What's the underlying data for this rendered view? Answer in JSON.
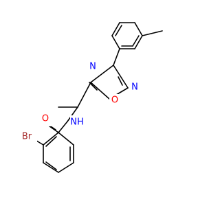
{
  "atoms": {
    "oxygen_carbonyl": {
      "symbol": "O",
      "color": "#ff0000"
    },
    "nitrogen_amide": {
      "symbol": "NH",
      "color": "#0000ff"
    },
    "nitrogen_ring_top": {
      "symbol": "N",
      "color": "#0000ff"
    },
    "nitrogen_ring_right": {
      "symbol": "N",
      "color": "#0000ff"
    },
    "oxygen_ring": {
      "symbol": "O",
      "color": "#ff0000"
    },
    "bromine": {
      "symbol": "Br",
      "color": "#a52a2a"
    }
  }
}
